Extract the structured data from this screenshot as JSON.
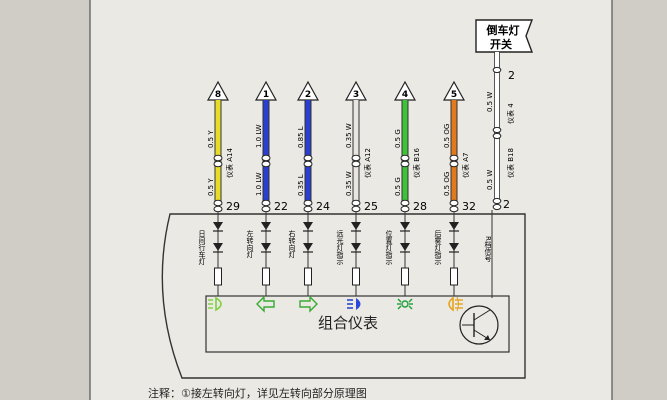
{
  "reverse_switch": {
    "label_line1": "倒车灯",
    "label_line2": "开关",
    "pin": "2"
  },
  "reverse_wire": {
    "spec_upper": "0.5 W",
    "connector_upper": "仪表 4",
    "spec_lower": "0.5 W",
    "connector_lower": "仪表 B18"
  },
  "circuits": [
    {
      "ref": "8",
      "color": "#e8dc2a",
      "spec_upper": "0.5 Y",
      "connector": "仪表 A14",
      "spec_lower": "0.5 Y",
      "pin": "29",
      "function": "日间行车灯",
      "icon": "daytime-running-light-icon",
      "icon_color": "#7ccf3c"
    },
    {
      "ref": "1",
      "color": "#2a3fcf",
      "spec_upper": "1.0 LW",
      "connector": "",
      "spec_lower": "1.0 LW",
      "pin": "22",
      "function": "左转向灯",
      "icon": "left-turn-arrow-icon",
      "icon_color": "#3aaa35"
    },
    {
      "ref": "2",
      "color": "#2a3fcf",
      "spec_upper": "0.85 L",
      "connector": "",
      "spec_lower": "0.35 L",
      "pin": "24",
      "function": "右转向灯",
      "icon": "right-turn-arrow-icon",
      "icon_color": "#3aaa35"
    },
    {
      "ref": "3",
      "color": "#e9e6e0",
      "spec_upper": "0.35 W",
      "connector": "仪表 A12",
      "spec_lower": "0.35 W",
      "pin": "25",
      "function": "远光灯指示",
      "icon": "high-beam-icon",
      "icon_color": "#2b48d8"
    },
    {
      "ref": "4",
      "color": "#3dc23a",
      "spec_upper": "0.5 G",
      "connector": "仪表 B16",
      "spec_lower": "0.5 G",
      "pin": "28",
      "function": "位置灯指示",
      "icon": "position-light-icon",
      "icon_color": "#1f9e3a"
    },
    {
      "ref": "5",
      "color": "#e07a1e",
      "spec_upper": "0.5 OG",
      "connector": "仪表 A7",
      "spec_lower": "0.5 OG",
      "pin": "32",
      "function": "后雾灯指示",
      "icon": "rear-fog-light-icon",
      "icon_color": "#e6a21e"
    }
  ],
  "reverse_signal_label": "R档信号",
  "cluster_label": "组合仪表",
  "note": "注释：①接左转向灯，详见左转向部分原理图"
}
